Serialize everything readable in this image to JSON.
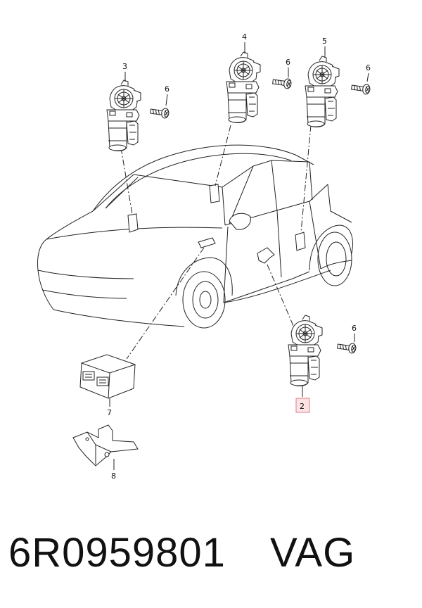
{
  "callouts": {
    "c2": "2",
    "c3": "3",
    "c4": "4",
    "c5": "5",
    "c6a": "6",
    "c6b": "6",
    "c6c": "6",
    "c6d": "6",
    "c7": "7",
    "c8": "8"
  },
  "highlight_color": "#e0788a",
  "footer": {
    "part_number": "6R0959801",
    "brand": "VAG"
  }
}
